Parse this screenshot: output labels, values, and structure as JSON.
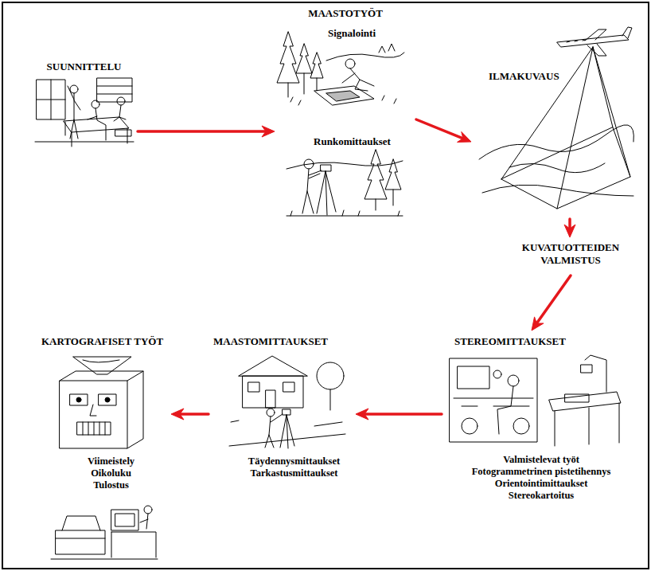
{
  "diagram": {
    "nodes": [
      {
        "text": [
          "SUUNNITTELU"
        ]
      },
      {
        "text": [
          "MAASTOTYÖT"
        ]
      },
      {
        "text": [
          "Signalointi"
        ],
        "in": 1
      },
      {
        "text": [
          "Runkomittaukset"
        ],
        "in": 1
      },
      {
        "text": [
          "ILMAKUVAUS"
        ]
      },
      {
        "text": [
          "KUVATUOTTEIDEN VALMISTUS"
        ]
      },
      {
        "text": [
          "STEREOMITTAUKSET",
          "Valmistelevat työt",
          "Fotogrammetrinen pistetihennys",
          "Orientointimittaukset",
          "Stereokartoitus"
        ]
      },
      {
        "text": [
          "MAASTOMITTAUKSET",
          "Täydennysmittaukset",
          "Tarkastusmittaukset"
        ]
      },
      {
        "text": [
          "KARTOGRAFISET TYÖT",
          "Viimeistely",
          "Oikoluku",
          "Tulostus"
        ]
      }
    ],
    "edges": [
      {
        "from": 0,
        "to": 1,
        "arrow": "to"
      },
      {
        "from": 1,
        "to": 4,
        "arrow": "to"
      },
      {
        "from": 4,
        "to": 5,
        "arrow": "to"
      },
      {
        "from": 5,
        "to": 6,
        "arrow": "to"
      },
      {
        "from": 6,
        "to": 7,
        "arrow": "to"
      },
      {
        "from": 7,
        "to": 8,
        "arrow": "to"
      }
    ]
  }
}
